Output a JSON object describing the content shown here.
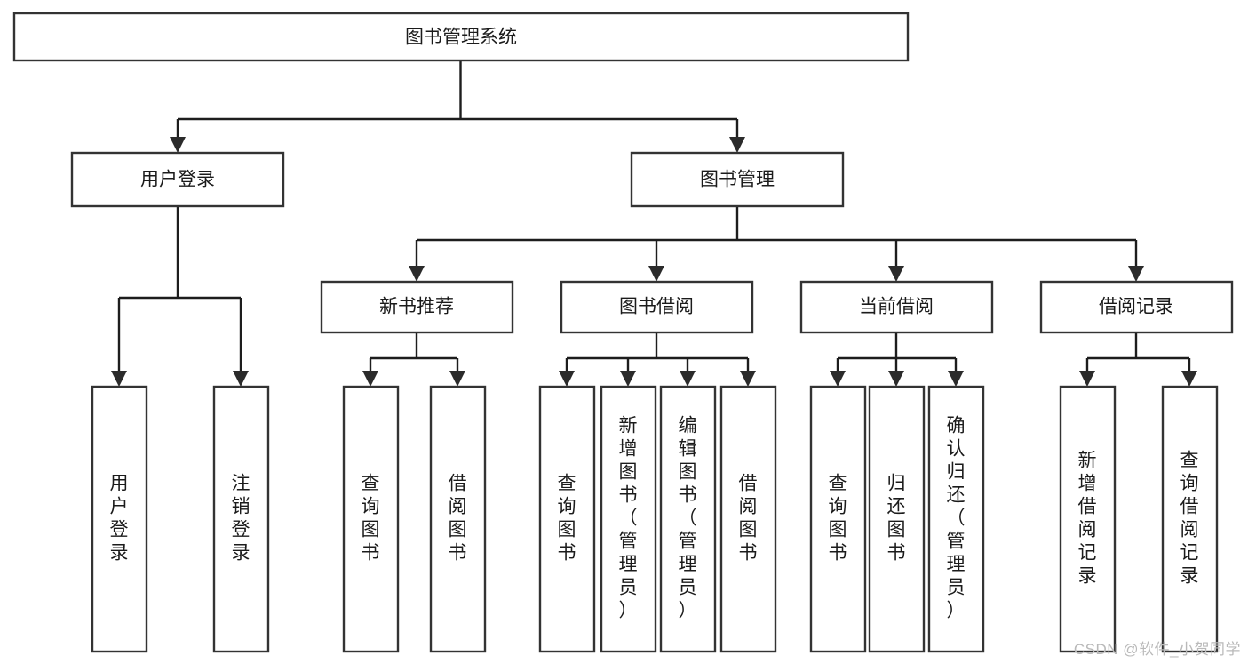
{
  "diagram": {
    "type": "tree",
    "title": "图书管理系统",
    "watermark": "CSDN @软件_小贺同学",
    "colors": {
      "box_fill": "#ffffff",
      "box_stroke": "#333333",
      "edge": "#1d1d1d",
      "text": "#1b1b1b",
      "watermark": "#b9b9b9"
    },
    "nodes": {
      "root": {
        "label": "图书管理系统",
        "orientation": "horizontal"
      },
      "level2": [
        {
          "id": "user-login",
          "label": "用户登录",
          "orientation": "horizontal"
        },
        {
          "id": "book-manage",
          "label": "图书管理",
          "orientation": "horizontal"
        }
      ],
      "level3": [
        {
          "id": "new-book-recommend",
          "label": "新书推荐",
          "orientation": "horizontal"
        },
        {
          "id": "book-borrow",
          "label": "图书借阅",
          "orientation": "horizontal"
        },
        {
          "id": "current-borrow",
          "label": "当前借阅",
          "orientation": "horizontal"
        },
        {
          "id": "borrow-record",
          "label": "借阅记录",
          "orientation": "horizontal"
        }
      ],
      "leaves": [
        {
          "id": "leaf-user-login",
          "label": "用户登录",
          "parent": "user-login",
          "orientation": "vertical"
        },
        {
          "id": "leaf-logout-login",
          "label": "注销登录",
          "parent": "user-login",
          "orientation": "vertical"
        },
        {
          "id": "leaf-query-book-1",
          "label": "查询图书",
          "parent": "new-book-recommend",
          "orientation": "vertical"
        },
        {
          "id": "leaf-borrow-book-1",
          "label": "借阅图书",
          "parent": "new-book-recommend",
          "orientation": "vertical"
        },
        {
          "id": "leaf-query-book-2",
          "label": "查询图书",
          "parent": "book-borrow",
          "orientation": "vertical"
        },
        {
          "id": "leaf-add-book-admin",
          "label": "新增图书（管理员）",
          "parent": "book-borrow",
          "orientation": "vertical"
        },
        {
          "id": "leaf-edit-book-admin",
          "label": "编辑图书（管理员）",
          "parent": "book-borrow",
          "orientation": "vertical"
        },
        {
          "id": "leaf-borrow-book-2",
          "label": "借阅图书",
          "parent": "book-borrow",
          "orientation": "vertical"
        },
        {
          "id": "leaf-query-book-3",
          "label": "查询图书",
          "parent": "current-borrow",
          "orientation": "vertical"
        },
        {
          "id": "leaf-return-book",
          "label": "归还图书",
          "parent": "current-borrow",
          "orientation": "vertical"
        },
        {
          "id": "leaf-confirm-return-admin",
          "label": "确认归还（管理员）",
          "parent": "current-borrow",
          "orientation": "vertical"
        },
        {
          "id": "leaf-add-borrow-record",
          "label": "新增借阅记录",
          "parent": "borrow-record",
          "orientation": "vertical"
        },
        {
          "id": "leaf-query-borrow-record",
          "label": "查询借阅记录",
          "parent": "borrow-record",
          "orientation": "vertical"
        }
      ]
    },
    "edges": [
      {
        "from": "root",
        "to": "user-login"
      },
      {
        "from": "root",
        "to": "book-manage"
      },
      {
        "from": "book-manage",
        "to": "new-book-recommend"
      },
      {
        "from": "book-manage",
        "to": "book-borrow"
      },
      {
        "from": "book-manage",
        "to": "current-borrow"
      },
      {
        "from": "book-manage",
        "to": "borrow-record"
      },
      {
        "from": "user-login",
        "to": "leaf-user-login"
      },
      {
        "from": "user-login",
        "to": "leaf-logout-login"
      },
      {
        "from": "new-book-recommend",
        "to": "leaf-query-book-1"
      },
      {
        "from": "new-book-recommend",
        "to": "leaf-borrow-book-1"
      },
      {
        "from": "book-borrow",
        "to": "leaf-query-book-2"
      },
      {
        "from": "book-borrow",
        "to": "leaf-add-book-admin"
      },
      {
        "from": "book-borrow",
        "to": "leaf-edit-book-admin"
      },
      {
        "from": "book-borrow",
        "to": "leaf-borrow-book-2"
      },
      {
        "from": "current-borrow",
        "to": "leaf-query-book-3"
      },
      {
        "from": "current-borrow",
        "to": "leaf-return-book"
      },
      {
        "from": "current-borrow",
        "to": "leaf-confirm-return-admin"
      },
      {
        "from": "borrow-record",
        "to": "leaf-add-borrow-record"
      },
      {
        "from": "borrow-record",
        "to": "leaf-query-borrow-record"
      }
    ]
  }
}
